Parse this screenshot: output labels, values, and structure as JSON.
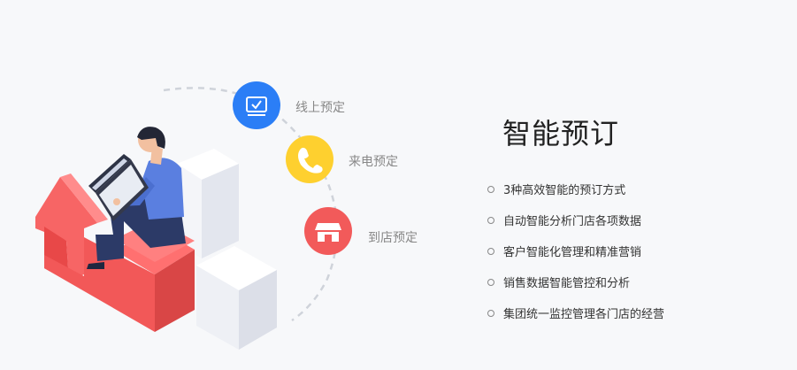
{
  "colors": {
    "background": "#f7f8fa",
    "online": "#2b7ef6",
    "phone": "#fed02f",
    "store": "#f25a5a",
    "arrow_red": "#f25858",
    "cube_white": "#ffffff",
    "shirt": "#5a7fe0",
    "pants": "#2c3a67"
  },
  "channels": [
    {
      "label": "线上预定",
      "icon": "monitor-icon"
    },
    {
      "label": "来电预定",
      "icon": "phone-icon"
    },
    {
      "label": "到店预定",
      "icon": "store-icon"
    }
  ],
  "panel": {
    "title": "智能预订",
    "features": [
      "3种高效智能的预订方式",
      "自动智能分析门店各项数据",
      "客户智能化管理和精准营销",
      "销售数据智能管控和分析",
      "集团统一监控管理各门店的经营"
    ]
  }
}
